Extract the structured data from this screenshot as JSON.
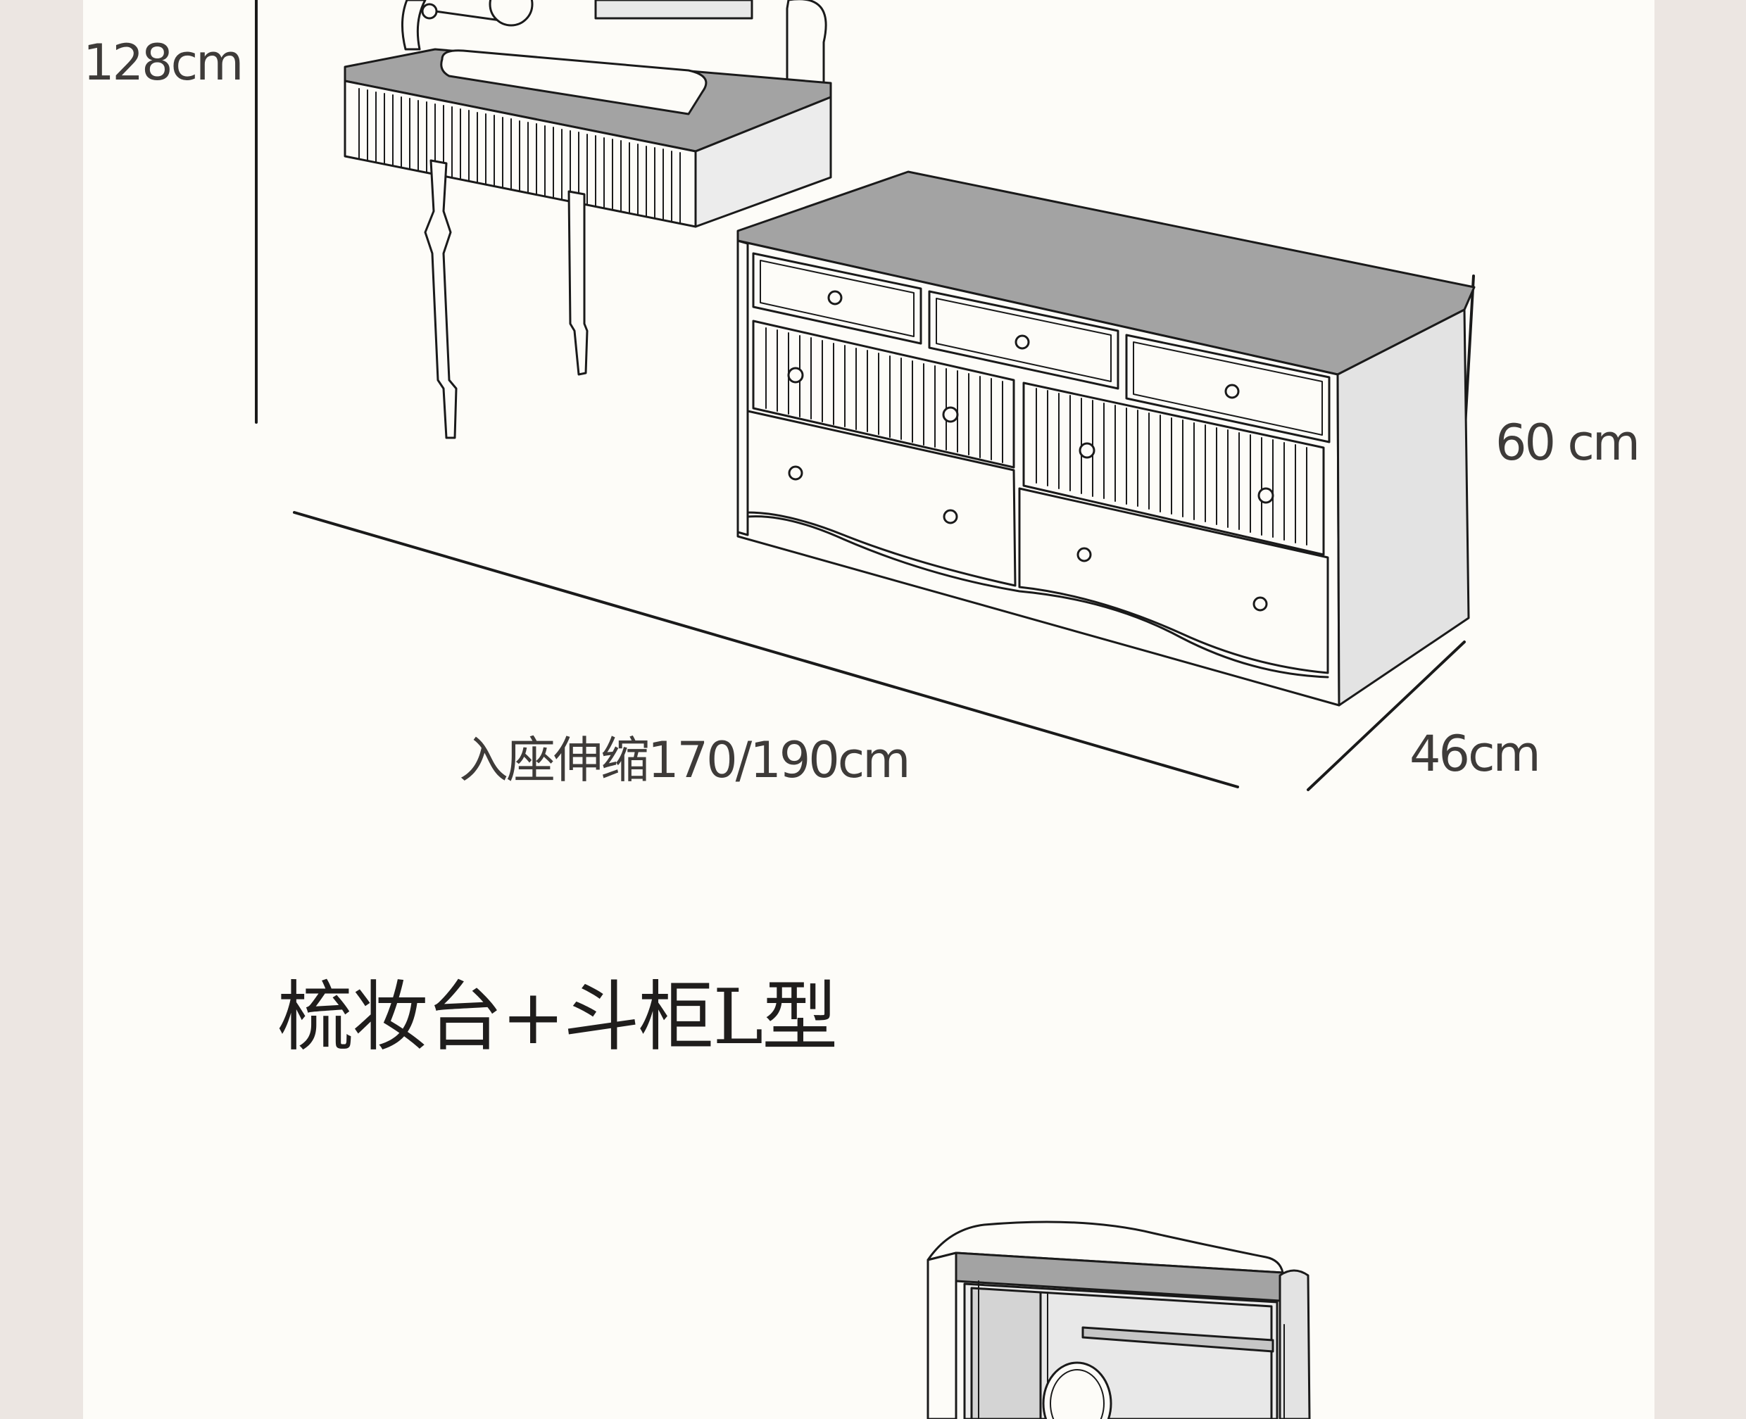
{
  "diagram": {
    "dimensions": {
      "total_height": "128cm",
      "chest_height": "60 cm",
      "depth": "46cm",
      "length": "入座伸缩170/190cm"
    },
    "section_title": "梳妆台+斗柜L型",
    "colors": {
      "page": "#fdfcf8",
      "margin": "#ece6e2",
      "line": "#1a1a1a",
      "top_surface": "#a3a3a3",
      "side_panel": "#e3e3e3"
    }
  }
}
